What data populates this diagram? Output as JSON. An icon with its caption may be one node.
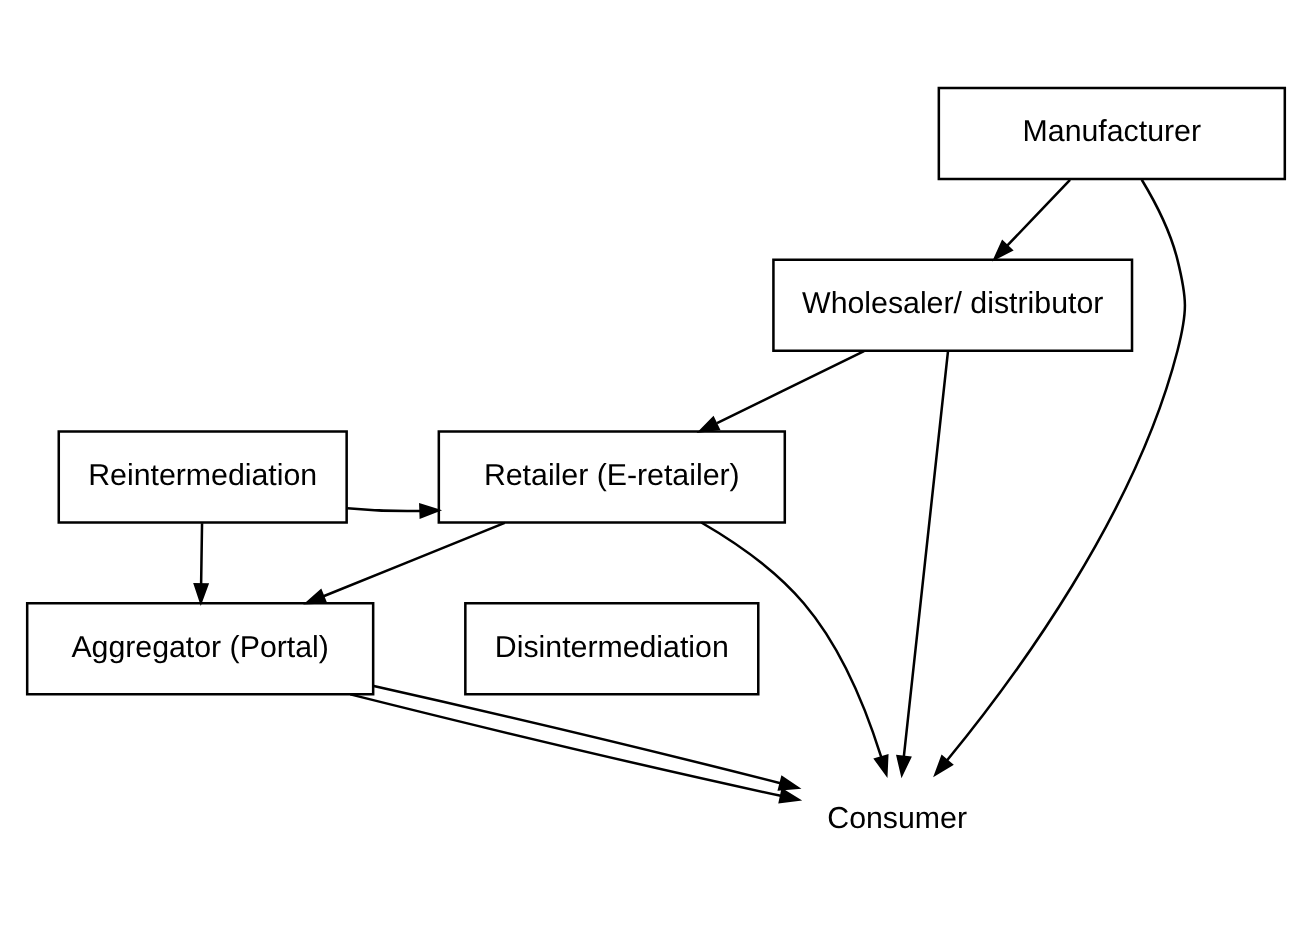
{
  "diagram": {
    "nodes": [
      {
        "text": [
          "Manufacturer"
        ]
      },
      {
        "text": [
          "Wholesaler/ distributor"
        ]
      },
      {
        "text": [
          "Retailer (E-retailer)"
        ]
      },
      {
        "text": [
          "Aggregator (Portal)"
        ]
      },
      {
        "text": [
          "Consumer"
        ]
      },
      {
        "text": [
          "Reintermediation"
        ]
      },
      {
        "text": [
          "Disintermediation"
        ]
      }
    ],
    "edges": [
      {
        "from": 0,
        "to": 1,
        "arrow": "to"
      },
      {
        "from": 1,
        "to": 2,
        "arrow": "to"
      },
      {
        "from": 2,
        "to": 3,
        "arrow": "to"
      },
      {
        "from": 3,
        "to": 4,
        "arrow": "to"
      },
      {
        "from": 5,
        "to": 2,
        "arrow": "to"
      },
      {
        "from": 5,
        "to": 3,
        "arrow": "to"
      },
      {
        "from": 3,
        "to": 4,
        "arrow": "to"
      },
      {
        "from": 2,
        "to": 4,
        "arrow": "to"
      },
      {
        "from": 1,
        "to": 4,
        "arrow": "to"
      },
      {
        "from": 0,
        "to": 4,
        "arrow": "to"
      }
    ]
  }
}
